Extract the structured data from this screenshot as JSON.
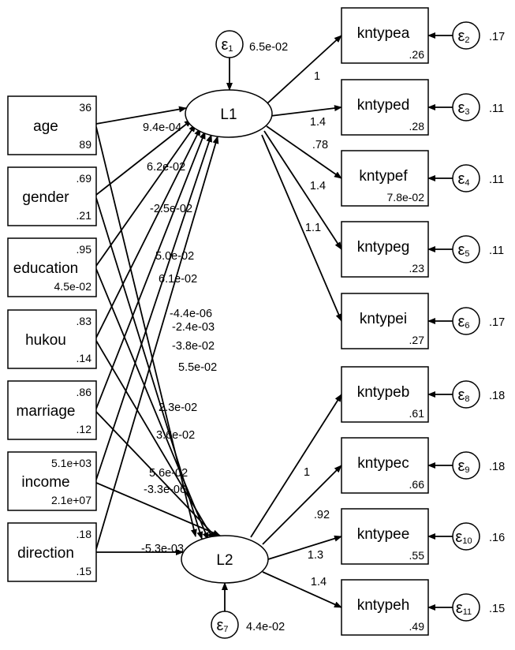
{
  "latent": [
    {
      "id": "L1",
      "name": "L1",
      "error": {
        "symbol": "ε",
        "index": "1",
        "variance": "6.5e-02"
      }
    },
    {
      "id": "L2",
      "name": "L2",
      "error": {
        "symbol": "ε",
        "index": "7",
        "variance": "4.4e-02"
      }
    }
  ],
  "predictors": [
    {
      "id": "age",
      "name": "age",
      "mean": "36",
      "variance": "89",
      "to_L1": "9.4e-04",
      "to_L2": "-4.4e-06"
    },
    {
      "id": "gender",
      "name": "gender",
      "mean": ".69",
      "variance": ".21",
      "to_L1": "6.2e-02",
      "to_L2": "-2.4e-03"
    },
    {
      "id": "education",
      "name": "education",
      "mean": ".95",
      "variance": "4.5e-02",
      "to_L1": "-2.5e-02",
      "to_L2": "5.5e-02"
    },
    {
      "id": "hukou",
      "name": "hukou",
      "mean": ".83",
      "variance": ".14",
      "to_L1": "5.0e-02",
      "to_L2": "2.3e-02"
    },
    {
      "id": "marriage",
      "name": "marriage",
      "mean": ".86",
      "variance": ".12",
      "to_L1": "6.1e-02",
      "to_L2": "3.6e-02"
    },
    {
      "id": "income",
      "name": "income",
      "mean": "5.1e+03",
      "variance": "2.1e+07",
      "to_L1": "-3.8e-02",
      "to_L2": "-3.3e-06"
    },
    {
      "id": "direction",
      "name": "direction",
      "mean": ".18",
      "variance": ".15",
      "to_L1": "5.6e-02",
      "to_L2": "-5.3e-03"
    }
  ],
  "indicators_L1": [
    {
      "id": "kntypea",
      "name": "kntypea",
      "intercept": ".26",
      "loading": "1",
      "error": {
        "index": "2",
        "variance": ".17"
      }
    },
    {
      "id": "kntyped",
      "name": "kntyped",
      "intercept": ".28",
      "loading": "1.4",
      "error": {
        "index": "3",
        "variance": ".11"
      }
    },
    {
      "id": "kntypef",
      "name": "kntypef",
      "intercept": "7.8e-02",
      "loading": ".78",
      "error": {
        "index": "4",
        "variance": ".11"
      }
    },
    {
      "id": "kntypeg",
      "name": "kntypeg",
      "intercept": ".23",
      "loading": "1.4",
      "error": {
        "index": "5",
        "variance": ".11"
      }
    },
    {
      "id": "kntypei",
      "name": "kntypei",
      "intercept": ".27",
      "loading": "1.1",
      "error": {
        "index": "6",
        "variance": ".17"
      }
    }
  ],
  "indicators_L2": [
    {
      "id": "kntypeb",
      "name": "kntypeb",
      "intercept": ".61",
      "loading": "1",
      "error": {
        "index": "8",
        "variance": ".18"
      }
    },
    {
      "id": "kntypec",
      "name": "kntypec",
      "intercept": ".66",
      "loading": ".92",
      "error": {
        "index": "9",
        "variance": ".18"
      }
    },
    {
      "id": "kntypee",
      "name": "kntypee",
      "intercept": ".55",
      "loading": "1.3",
      "error": {
        "index": "10",
        "variance": ".16"
      }
    },
    {
      "id": "kntypeh",
      "name": "kntypeh",
      "intercept": ".49",
      "loading": "1.4",
      "error": {
        "index": "11",
        "variance": ".15"
      }
    }
  ]
}
